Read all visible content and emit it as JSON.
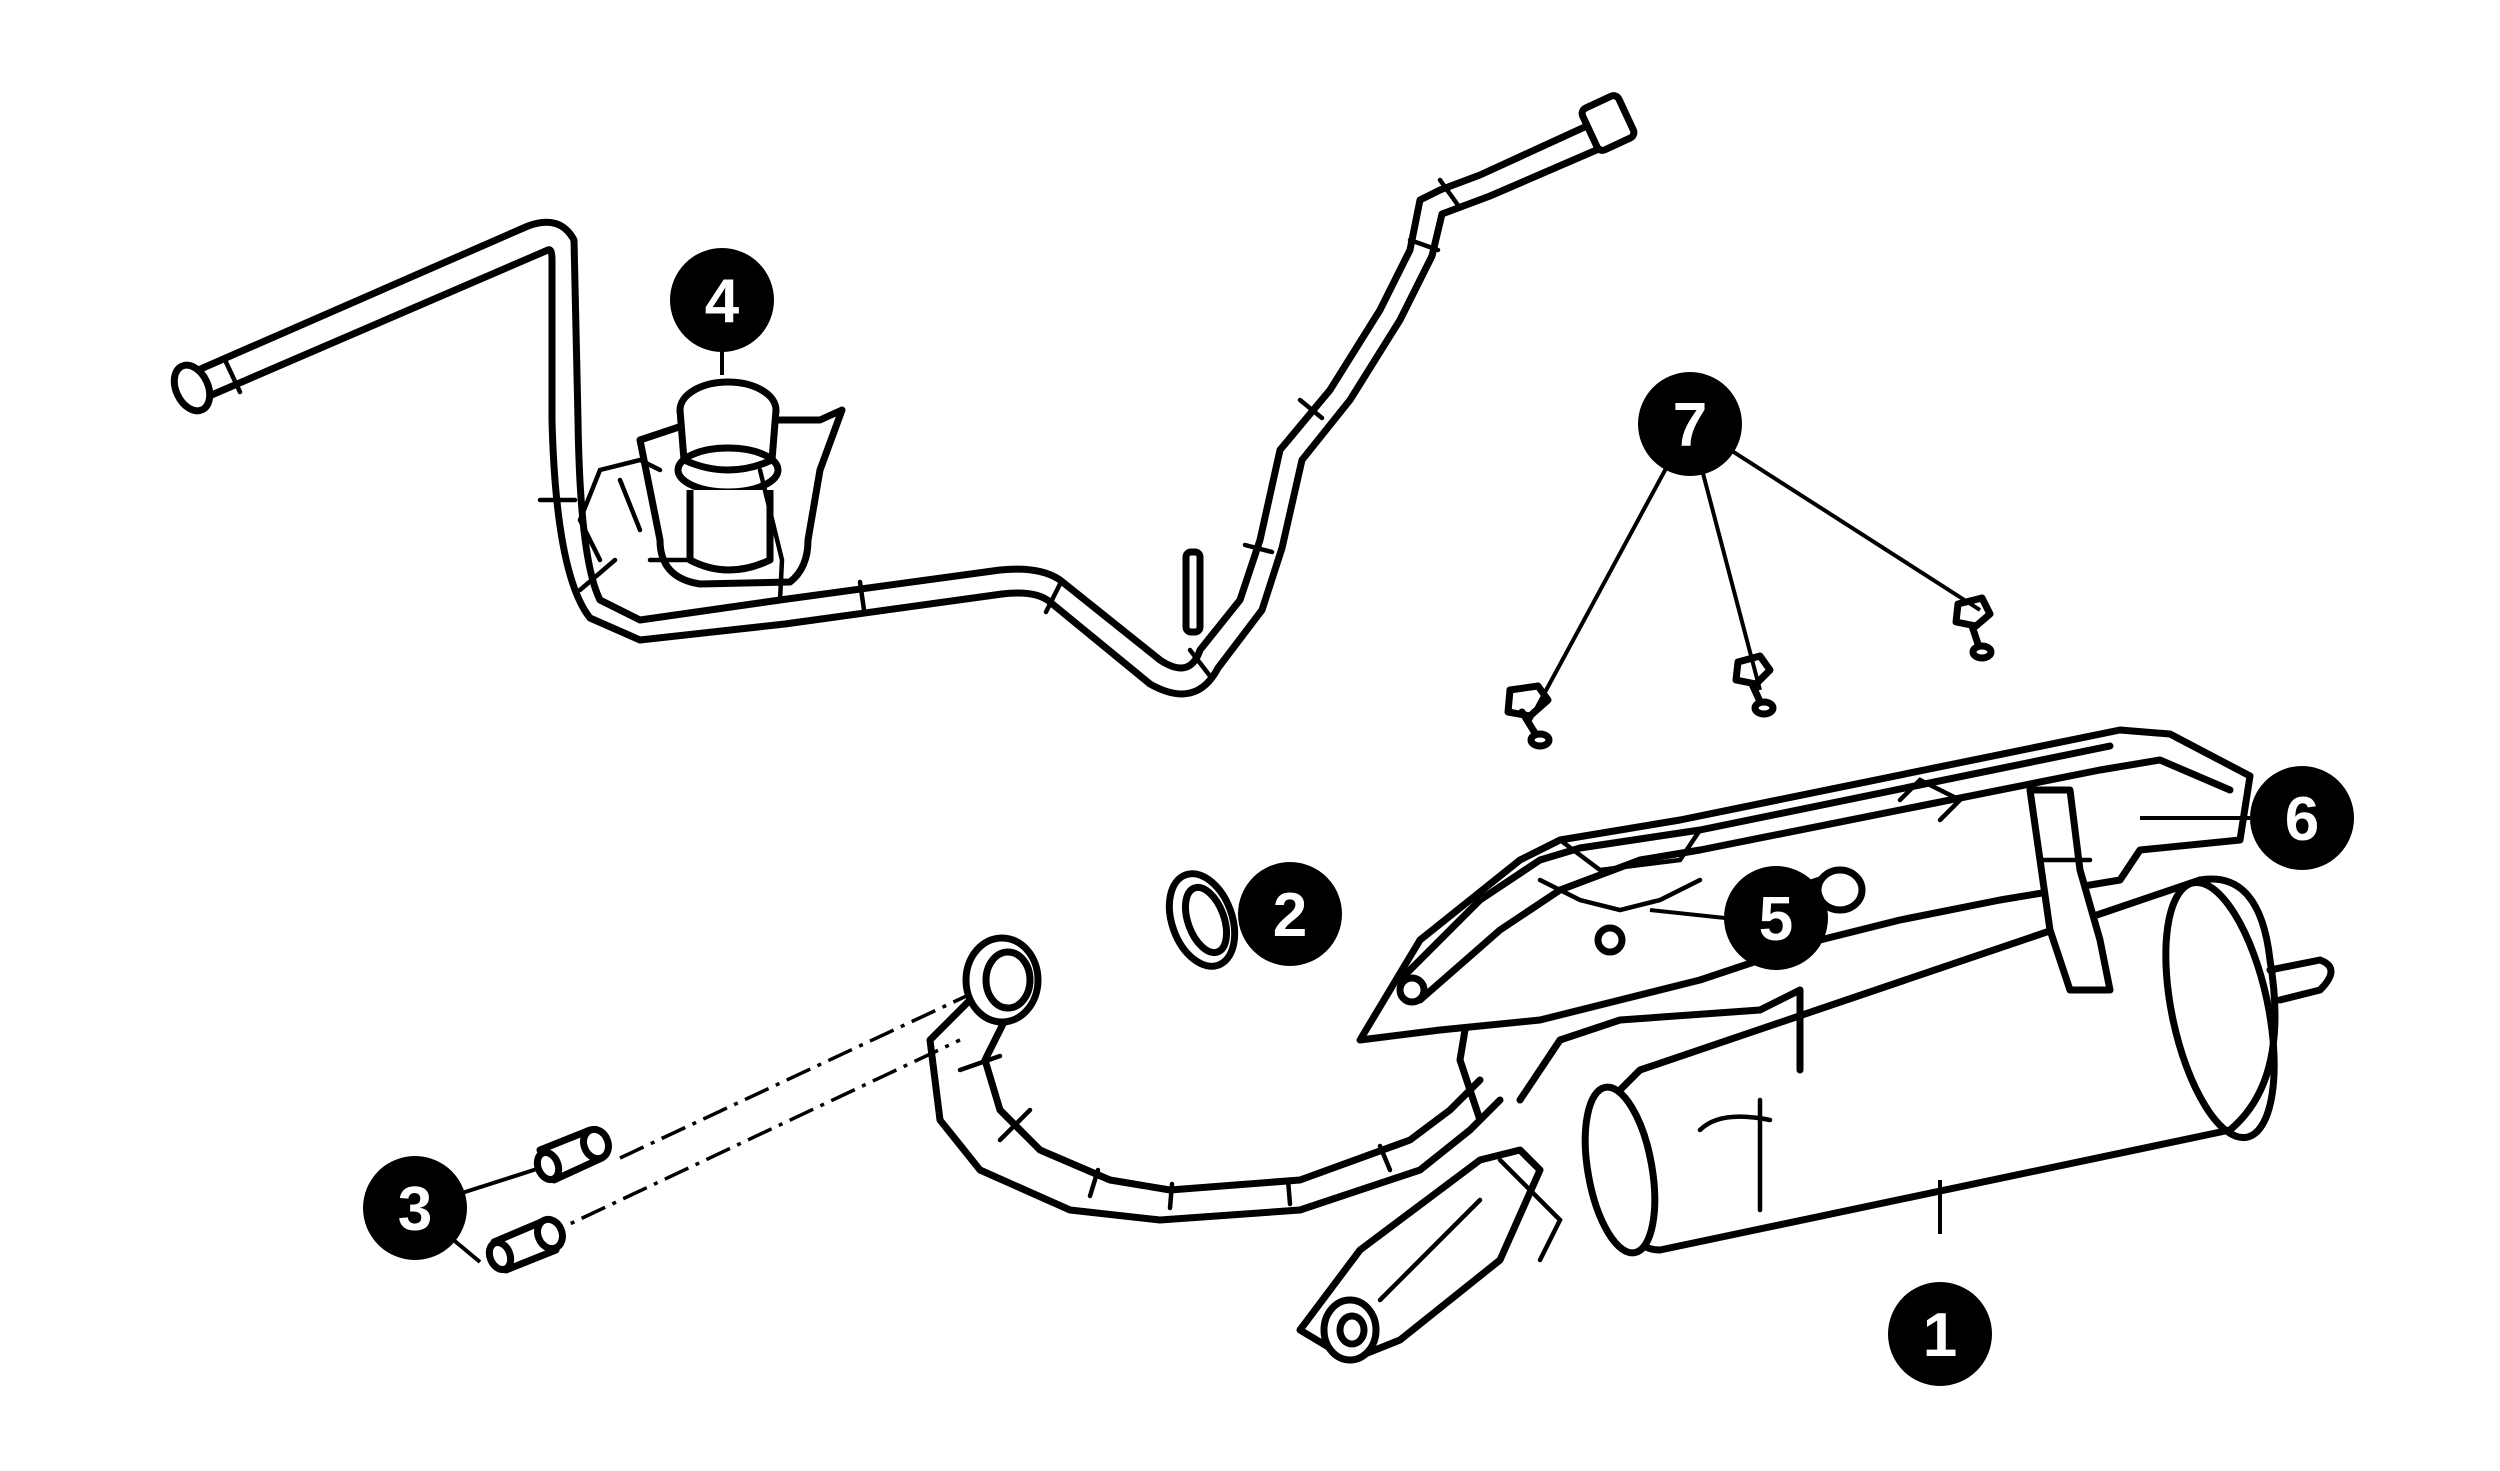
{
  "colors": {
    "line": "#000000",
    "background": "#ffffff",
    "callout_fill": "#000000",
    "callout_text": "#ffffff"
  },
  "callouts": {
    "c1": "1",
    "c2": "2",
    "c3": "3",
    "c4": "4",
    "c5": "5",
    "c6": "6",
    "c7": "7"
  }
}
